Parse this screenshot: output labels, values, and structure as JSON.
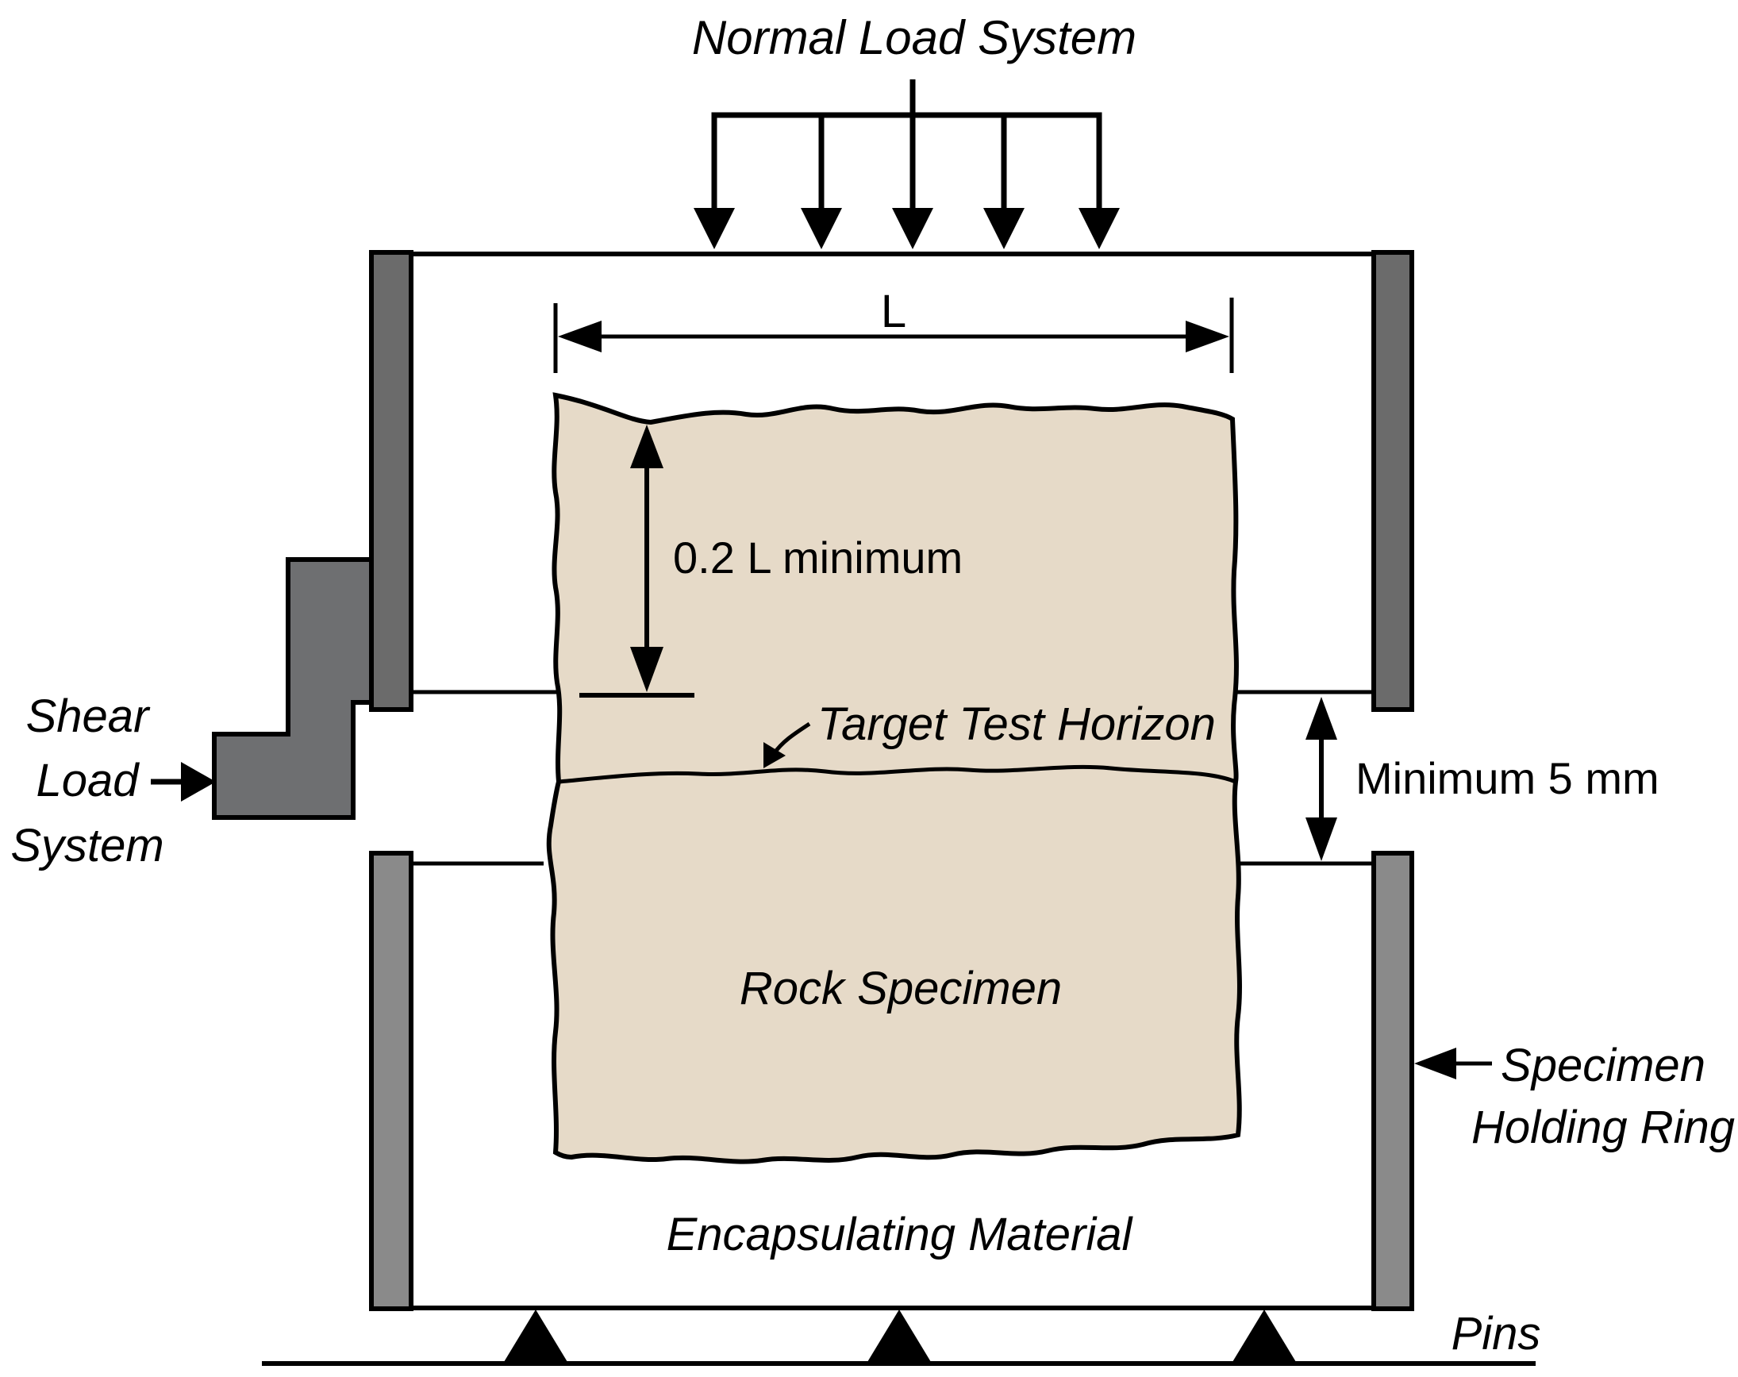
{
  "labels": {
    "normal_load": "Normal Load System",
    "length": "L",
    "min_height": "0.2 L minimum",
    "target_horizon": "Target Test Horizon",
    "shear_line1": "Shear",
    "shear_line2": "Load",
    "shear_line3": "System",
    "min_gap": "Minimum 5 mm",
    "rock": "Rock Specimen",
    "holding_line1": "Specimen",
    "holding_line2": "Holding Ring",
    "encapsulating": "Encapsulating Material",
    "pins": "Pins"
  },
  "colors": {
    "rock_fill": "#e6dac8",
    "ring_upper": "#6b6b6b",
    "ring_lower": "#8a8a8a",
    "shear_block": "#6e6f71",
    "line": "#000000"
  }
}
